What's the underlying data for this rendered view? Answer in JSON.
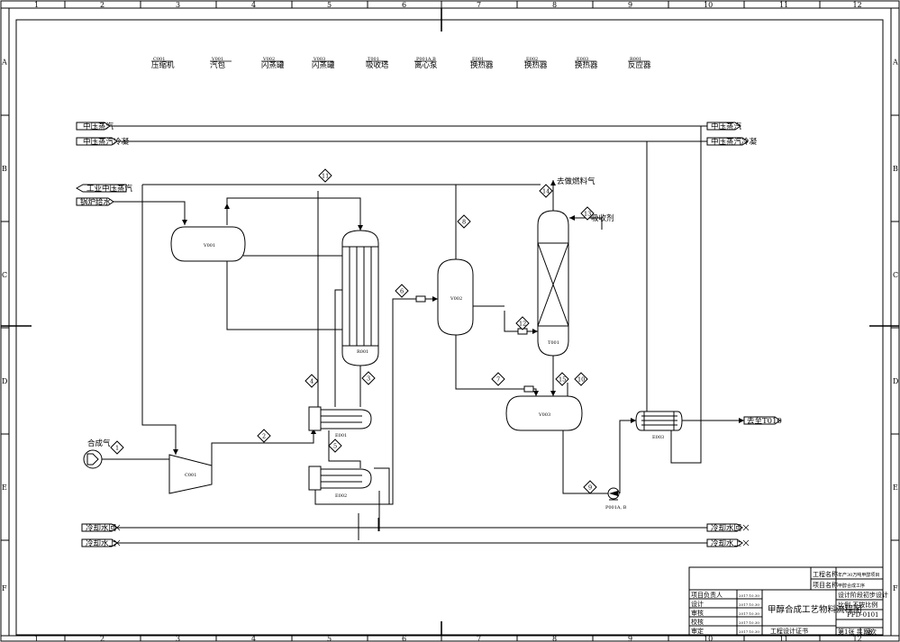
{
  "grid": {
    "columns": [
      "1",
      "2",
      "3",
      "4",
      "5",
      "6",
      "7",
      "8",
      "9",
      "10",
      "11",
      "12"
    ],
    "rows": [
      "A",
      "B",
      "C",
      "D",
      "E",
      "F"
    ]
  },
  "equipment_header": [
    {
      "tag": "C001",
      "name": "压缩机"
    },
    {
      "tag": "V001",
      "name": "汽包"
    },
    {
      "tag": "V002",
      "name": "闪蒸罐"
    },
    {
      "tag": "V003",
      "name": "闪蒸罐"
    },
    {
      "tag": "T001",
      "name": "吸收塔"
    },
    {
      "tag": "P001A,B",
      "name": "离心泵"
    },
    {
      "tag": "E001",
      "name": "换热器"
    },
    {
      "tag": "E002",
      "name": "换热器"
    },
    {
      "tag": "E003",
      "name": "换热器"
    },
    {
      "tag": "R001",
      "name": "反应器"
    }
  ],
  "utility_lines": {
    "mp_steam": "中压蒸汽",
    "mp_condensate": "中压蒸汽冷凝",
    "industrial_steam": "工业中压蒸汽",
    "boiler_water": "锅炉给水",
    "cw_return": "冷却水回",
    "cw_supply": "冷却水上"
  },
  "stream_labels": {
    "syngas": "合成气",
    "to_fuel_gas": "去做燃料气",
    "absorbent": "吸收剂",
    "to_tank": "去至T010"
  },
  "vessel_tags": {
    "v001": "V001",
    "r001": "R001",
    "v002": "V002",
    "t001": "T001",
    "v003": "V003",
    "e001": "E001",
    "e002": "E002",
    "e003": "E003",
    "c001": "C001",
    "p001": "P001A, B"
  },
  "streams": [
    "1",
    "2",
    "3",
    "4",
    "5",
    "6",
    "7",
    "8",
    "9",
    "10",
    "11",
    "12",
    "13",
    "14",
    "15",
    "16"
  ],
  "title_block": {
    "project_name_label": "工程名称",
    "project_name_value": "年产30万吨甲醇项目",
    "item_name_label": "项目名称",
    "item_name_value": "甲醇合成工序",
    "drawing_title": "甲醇合成工艺物料流程图",
    "design_stage": "设计阶段初步设计",
    "scale": "比例 不按比例",
    "drawing_no": "PFD-0101",
    "sheet": "第1张 共1张",
    "certificate": "工程设计证书",
    "rows": [
      {
        "role": "项目负责人",
        "date": "2017.10.30"
      },
      {
        "role": "设计",
        "date": "2017.10.30"
      },
      {
        "role": "审核",
        "date": "2017.10.30"
      },
      {
        "role": "校核",
        "date": "2017.10.30"
      },
      {
        "role": "审定",
        "date": "2017.10.30"
      }
    ],
    "version": "版次"
  }
}
